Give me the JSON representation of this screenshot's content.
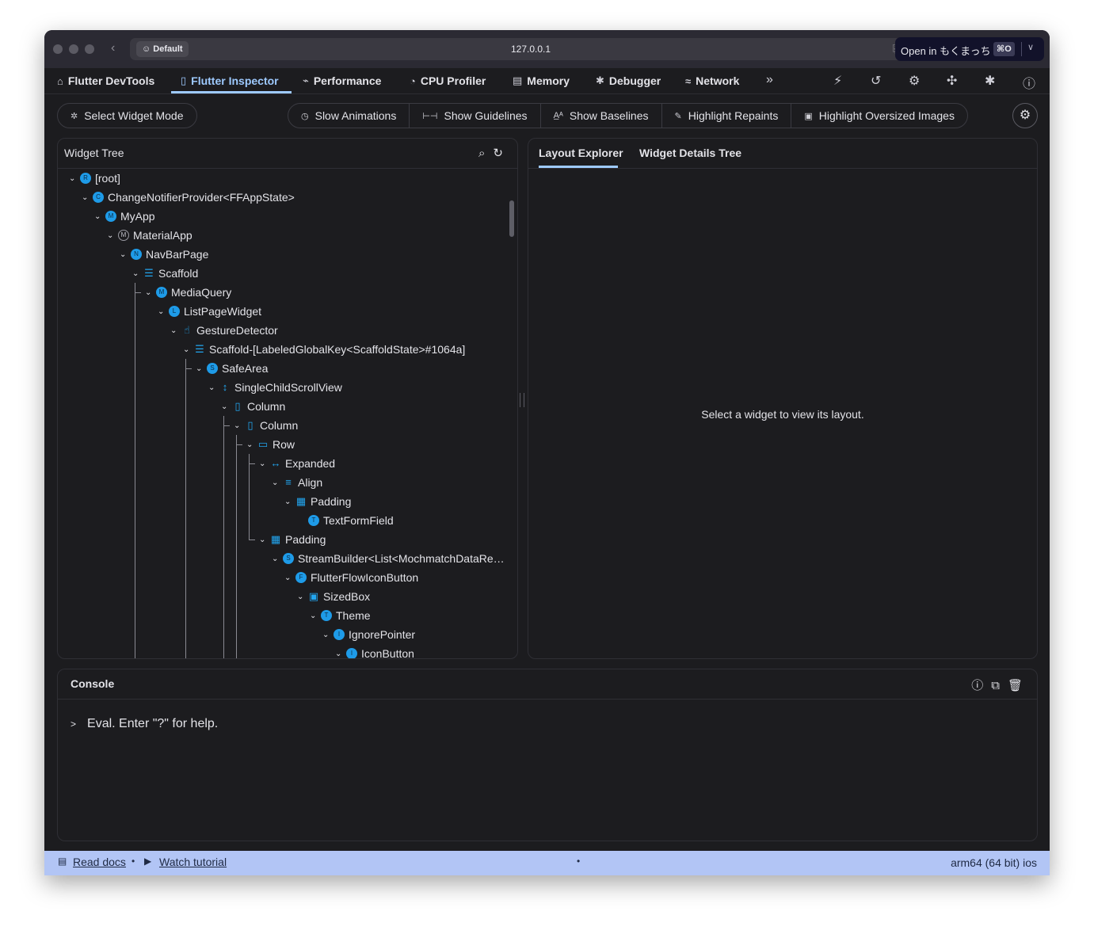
{
  "browser": {
    "profile": "Default",
    "url": "127.0.0.1",
    "open_in_label": "Open in もくまっち",
    "open_in_shortcut": "⌘O"
  },
  "nav": {
    "tabs": [
      {
        "label": "Flutter DevTools",
        "icon": "home-icon"
      },
      {
        "label": "Flutter Inspector",
        "icon": "phone-icon",
        "active": true
      },
      {
        "label": "Performance",
        "icon": "pulse-icon"
      },
      {
        "label": "CPU Profiler",
        "icon": "gauge-icon"
      },
      {
        "label": "Memory",
        "icon": "memory-icon"
      },
      {
        "label": "Debugger",
        "icon": "bug-icon"
      },
      {
        "label": "Network",
        "icon": "wifi-icon"
      }
    ],
    "right_icons": [
      "lightning-icon",
      "history-icon",
      "settings-icon",
      "extension-icon",
      "bug-report-icon",
      "help-icon"
    ]
  },
  "toolbar": {
    "select_widget_mode": "Select Widget Mode",
    "buttons": [
      "Slow Animations",
      "Show Guidelines",
      "Show Baselines",
      "Highlight Repaints",
      "Highlight Oversized Images"
    ]
  },
  "widget_tree": {
    "title": "Widget Tree",
    "nodes": [
      {
        "label": "[root]",
        "icon": "R",
        "kind": "circle",
        "depth": 0,
        "caret": true
      },
      {
        "label": "ChangeNotifierProvider<FFAppState>",
        "icon": "C",
        "kind": "circle",
        "depth": 1,
        "caret": true
      },
      {
        "label": "MyApp",
        "icon": "M",
        "kind": "circle",
        "depth": 2,
        "caret": true
      },
      {
        "label": "MaterialApp",
        "icon": "M",
        "kind": "mat",
        "depth": 3,
        "caret": true
      },
      {
        "label": "NavBarPage",
        "icon": "N",
        "kind": "circle",
        "depth": 4,
        "caret": true
      },
      {
        "label": "Scaffold",
        "icon": "☰",
        "kind": "sym",
        "depth": 5,
        "caret": true
      },
      {
        "label": "MediaQuery",
        "icon": "M",
        "kind": "circle",
        "depth": 6,
        "caret": true
      },
      {
        "label": "ListPageWidget",
        "icon": "L",
        "kind": "circle",
        "depth": 7,
        "caret": true
      },
      {
        "label": "GestureDetector",
        "icon": "☝",
        "kind": "sym",
        "depth": 8,
        "caret": true
      },
      {
        "label": "Scaffold-[LabeledGlobalKey<ScaffoldState>#1064a]",
        "icon": "☰",
        "kind": "sym",
        "depth": 9,
        "caret": true
      },
      {
        "label": "SafeArea",
        "icon": "S",
        "kind": "circle",
        "depth": 10,
        "caret": true
      },
      {
        "label": "SingleChildScrollView",
        "icon": "↕",
        "kind": "sym",
        "depth": 11,
        "caret": true
      },
      {
        "label": "Column",
        "icon": "▯",
        "kind": "sym",
        "depth": 12,
        "caret": true
      },
      {
        "label": "Column",
        "icon": "▯",
        "kind": "sym",
        "depth": 13,
        "caret": true
      },
      {
        "label": "Row",
        "icon": "▭",
        "kind": "sym",
        "depth": 14,
        "caret": true
      },
      {
        "label": "Expanded",
        "icon": "↔",
        "kind": "sym",
        "depth": 15,
        "caret": true
      },
      {
        "label": "Align",
        "icon": "≡",
        "kind": "sym",
        "depth": 16,
        "caret": true
      },
      {
        "label": "Padding",
        "icon": "▦",
        "kind": "sym",
        "depth": 17,
        "caret": true
      },
      {
        "label": "TextFormField",
        "icon": "T",
        "kind": "circle",
        "depth": 18,
        "caret": false
      },
      {
        "label": "Padding",
        "icon": "▦",
        "kind": "sym",
        "depth": 15,
        "caret": true
      },
      {
        "label": "StreamBuilder<List<MochmatchDataRe…",
        "icon": "S",
        "kind": "circle",
        "depth": 16,
        "caret": true
      },
      {
        "label": "FlutterFlowIconButton",
        "icon": "F",
        "kind": "circle",
        "depth": 17,
        "caret": true
      },
      {
        "label": "SizedBox",
        "icon": "▣",
        "kind": "sym",
        "depth": 18,
        "caret": true
      },
      {
        "label": "Theme",
        "icon": "T",
        "kind": "circle",
        "depth": 19,
        "caret": true
      },
      {
        "label": "IgnorePointer",
        "icon": "I",
        "kind": "circle",
        "depth": 20,
        "caret": true
      },
      {
        "label": "IconButton",
        "icon": "I",
        "kind": "circle",
        "depth": 21,
        "caret": true
      }
    ]
  },
  "details": {
    "tabs": [
      "Layout Explorer",
      "Widget Details Tree"
    ],
    "placeholder": "Select a widget to view its layout."
  },
  "console": {
    "title": "Console",
    "prompt_symbol": ">",
    "prompt_text": "Eval. Enter \"?\" for help."
  },
  "status": {
    "read_docs": "Read docs",
    "separator": "•",
    "watch_tutorial": "Watch tutorial",
    "center_dot": "•",
    "device": "arm64 (64 bit) ios"
  },
  "colors": {
    "background": "#1c1c1f",
    "accent": "#9ecaff",
    "node_icon": "#1e9be8",
    "status_bar": "#b2c5f5"
  }
}
